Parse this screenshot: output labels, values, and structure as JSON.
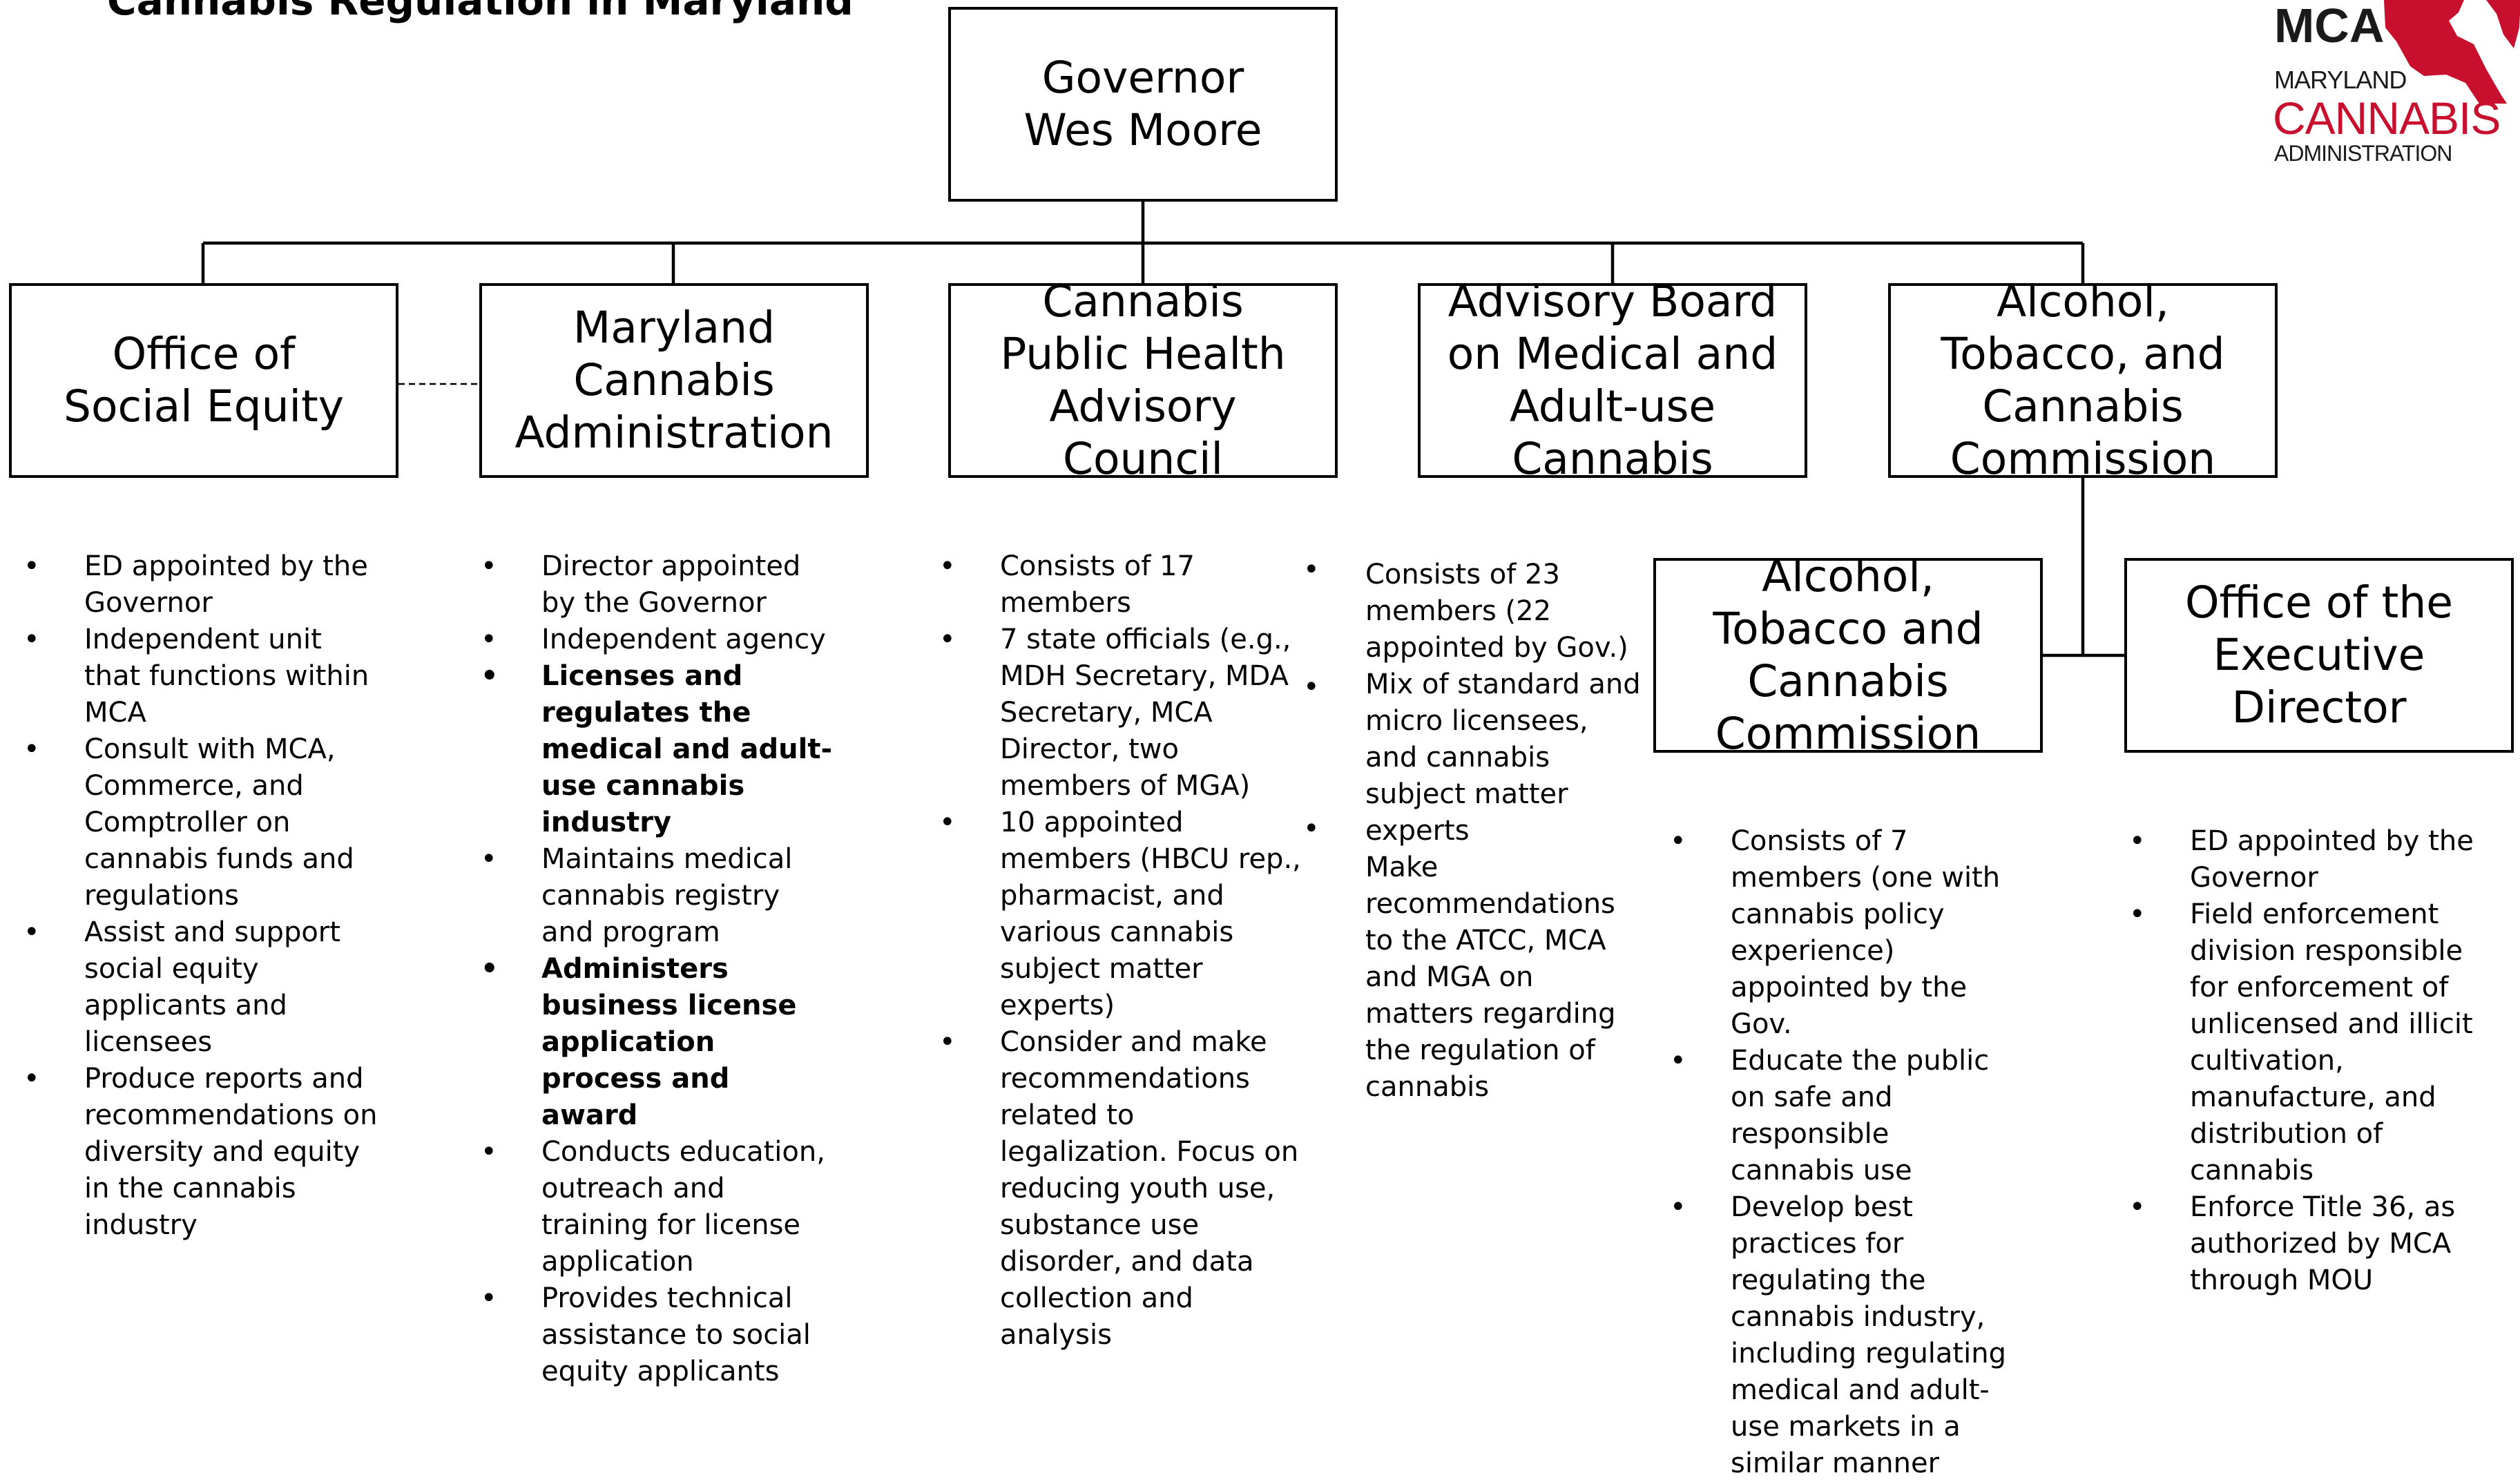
{
  "page": {
    "title": "Cannabis Regulation in Maryland"
  },
  "logo": {
    "abbr": "MCA",
    "line1": "MARYLAND",
    "line2": "CANNABIS",
    "line3": "ADMINISTRATION",
    "brand_color": "#c8102e"
  },
  "governor": {
    "label": "Governor Wes Moore"
  },
  "units": {
    "ose": {
      "label": "Office of Social Equity",
      "bullets": [
        "ED appointed by the Governor",
        "Independent unit that functions within MCA",
        "Consult with MCA, Commerce, and Comptroller on cannabis funds and regulations",
        "Assist and support social equity applicants and licensees",
        "Produce reports and recommendations on diversity and equity in the cannabis industry"
      ]
    },
    "mca": {
      "label": "Maryland Cannabis Administration",
      "bullets": [
        "Director appointed by the Governor",
        "Independent agency",
        "Licenses and regulates the medical and adult-use cannabis industry",
        "Maintains medical cannabis registry and program",
        "Administers business license application process and award",
        "Conducts education, outreach and training for license application",
        "Provides technical assistance to social equity applicants"
      ]
    },
    "cphac": {
      "label": "Cannabis Public Health Advisory Council",
      "bullets": [
        "Consists of 17 members",
        "7 state officials (e.g., MDH Secretary, MDA Secretary, MCA Director,  two members of MGA)",
        "10 appointed members (HBCU rep., pharmacist, and various cannabis subject matter experts)",
        "Consider and make recommendations related to legalization. Focus on reducing youth use, substance use disorder, and data collection and analysis"
      ]
    },
    "advisory": {
      "label": "Advisory Board on Medical and Adult-use Cannabis",
      "bullets": [
        "Consists of 23 members (22 appointed by Gov.)",
        "Mix of standard and micro licensees, and cannabis subject matter experts",
        "Make recommendations to the ATCC, MCA and MGA on matters regarding the regulation of cannabis"
      ]
    },
    "atcc_top": {
      "label": "Alcohol, Tobacco, and Cannabis Commission"
    },
    "atcc": {
      "label": "Alcohol, Tobacco and Cannabis Commission",
      "bullets": [
        "Consists of 7 members (one with cannabis policy experience) appointed by the Gov.",
        " Educate the public on safe and responsible cannabis use",
        "Develop best practices for regulating the cannabis industry, including regulating medical and adult-use markets in a similar manner"
      ]
    },
    "oed": {
      "label": "Office of the Executive Director",
      "bullets": [
        "ED appointed by the Governor",
        "Field enforcement division responsible for enforcement of unlicensed and illicit cultivation, manufacture, and distribution of cannabis",
        "Enforce Title 36, as authorized by MCA through MOU"
      ]
    }
  }
}
